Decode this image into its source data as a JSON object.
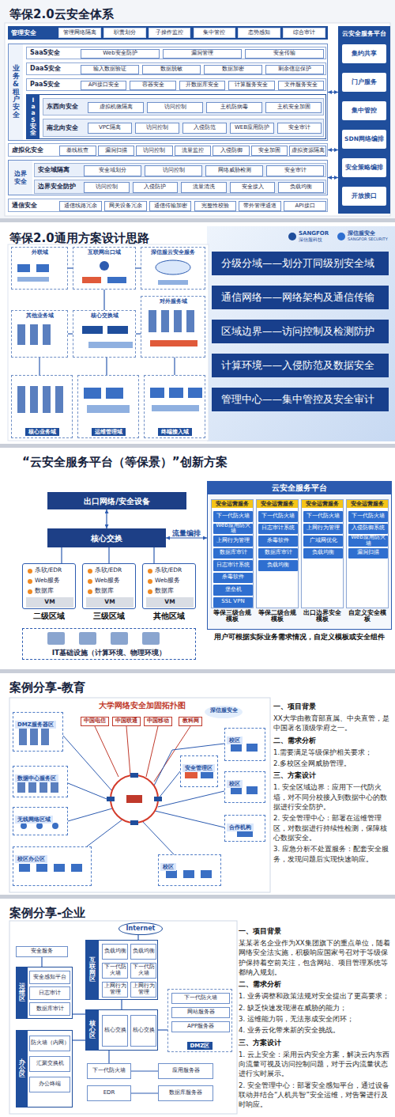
{
  "diagram": {
    "nodes": [
      {
        "text": [
          "等保2.0云安全体系"
        ]
      },
      {
        "text": [
          "管理安全"
        ],
        "in": 0
      },
      {
        "text": [
          "管理网络隔离"
        ],
        "in": 1
      },
      {
        "text": [
          "职责划分"
        ],
        "in": 1
      },
      {
        "text": [
          "子操作监控"
        ],
        "in": 1
      },
      {
        "text": [
          "集中管控"
        ],
        "in": 1
      },
      {
        "text": [
          "态势感知"
        ],
        "in": 1
      },
      {
        "text": [
          "综合审计"
        ],
        "in": 1
      },
      {
        "text": [
          "业务&租户安全"
        ],
        "in": 0
      },
      {
        "text": [
          "SaaS安全"
        ],
        "in": 8
      },
      {
        "text": [
          "Web安全防护"
        ],
        "in": 9
      },
      {
        "text": [
          "漏洞管理"
        ],
        "in": 9
      },
      {
        "text": [
          "安全传输"
        ],
        "in": 9
      },
      {
        "text": [
          "DaaS安全"
        ],
        "in": 8
      },
      {
        "text": [
          "输入数据验证"
        ],
        "in": 13
      },
      {
        "text": [
          "数据脱敏"
        ],
        "in": 13
      },
      {
        "text": [
          "数据加密"
        ],
        "in": 13
      },
      {
        "text": [
          "剩余信息保护"
        ],
        "in": 13
      },
      {
        "text": [
          "PaaS安全"
        ],
        "in": 8
      },
      {
        "text": [
          "API接口安全"
        ],
        "in": 18
      },
      {
        "text": [
          "容器安全"
        ],
        "in": 18
      },
      {
        "text": [
          "开数据库安全"
        ],
        "in": 18
      },
      {
        "text": [
          "计算服务安全"
        ],
        "in": 18
      },
      {
        "text": [
          "文件服务安全"
        ],
        "in": 18
      },
      {
        "text": [
          "IaaS安全"
        ],
        "in": 8
      },
      {
        "text": [
          "东西向安全"
        ],
        "in": 24
      },
      {
        "text": [
          "虚拟机微隔离"
        ],
        "in": 25
      },
      {
        "text": [
          "访问控制"
        ],
        "in": 25
      },
      {
        "text": [
          "主机防病毒"
        ],
        "in": 25
      },
      {
        "text": [
          "主机安全加固"
        ],
        "in": 25
      },
      {
        "text": [
          "南北向安全"
        ],
        "in": 24
      },
      {
        "text": [
          "VPC隔离"
        ],
        "in": 30
      },
      {
        "text": [
          "访问控制"
        ],
        "in": 30
      },
      {
        "text": [
          "入侵防范"
        ],
        "in": 30
      },
      {
        "text": [
          "WEB应用防护"
        ],
        "in": 30
      },
      {
        "text": [
          "安全审计"
        ],
        "in": 30
      },
      {
        "text": [
          "虚拟化安全"
        ],
        "in": 0
      },
      {
        "text": [
          "基线核查"
        ],
        "in": 36
      },
      {
        "text": [
          "漏洞扫描"
        ],
        "in": 36
      },
      {
        "text": [
          "访问控制"
        ],
        "in": 36
      },
      {
        "text": [
          "流量监控"
        ],
        "in": 36
      },
      {
        "text": [
          "入侵防御"
        ],
        "in": 36
      },
      {
        "text": [
          "安全加固"
        ],
        "in": 36
      },
      {
        "text": [
          "虚拟资源隔离"
        ],
        "in": 36
      },
      {
        "text": [
          "边界安全"
        ],
        "in": 0
      },
      {
        "text": [
          "安全域隔离"
        ],
        "in": 44
      },
      {
        "text": [
          "安全域划分"
        ],
        "in": 45
      },
      {
        "text": [
          "访问控制"
        ],
        "in": 45
      },
      {
        "text": [
          "网络威胁检测"
        ],
        "in": 45
      },
      {
        "text": [
          "安全审计"
        ],
        "in": 45
      },
      {
        "text": [
          "边界安全防护"
        ],
        "in": 44
      },
      {
        "text": [
          "访问控制"
        ],
        "in": 50
      },
      {
        "text": [
          "入侵防护"
        ],
        "in": 50
      },
      {
        "text": [
          "流量清洗"
        ],
        "in": 50
      },
      {
        "text": [
          "安全接入"
        ],
        "in": 50
      },
      {
        "text": [
          "负载均衡"
        ],
        "in": 50
      },
      {
        "text": [
          "通信安全"
        ],
        "in": 0
      },
      {
        "text": [
          "通信线路冗余"
        ],
        "in": 56
      },
      {
        "text": [
          "网关设备冗余"
        ],
        "in": 56
      },
      {
        "text": [
          "通信传输加密"
        ],
        "in": 56
      },
      {
        "text": [
          "完整性校验"
        ],
        "in": 56
      },
      {
        "text": [
          "带外管理通道"
        ],
        "in": 56
      },
      {
        "text": [
          "API接口"
        ],
        "in": 56
      },
      {
        "text": [
          "云安全服务平台"
        ],
        "in": 0
      },
      {
        "text": [
          "集约共享"
        ],
        "in": 63
      },
      {
        "text": [
          "门户服务"
        ],
        "in": 63
      },
      {
        "text": [
          "集中管控"
        ],
        "in": 63
      },
      {
        "text": [
          "SDN网络编排"
        ],
        "in": 63
      },
      {
        "text": [
          "安全策略编排"
        ],
        "in": 63
      },
      {
        "text": [
          "开放接口"
        ],
        "in": 63
      },
      {
        "text": [
          "等保2.0通用方案设计思路"
        ]
      },
      {
        "text": [
          "外联域"
        ],
        "in": 70
      },
      {
        "text": [
          "互联网出口域"
        ],
        "in": 70
      },
      {
        "text": [
          "深信服云安全服务"
        ],
        "in": 70
      },
      {
        "text": [
          "其他业务域"
        ],
        "in": 70
      },
      {
        "text": [
          "核心交换域"
        ],
        "in": 70
      },
      {
        "text": [
          "对外服务域"
        ],
        "in": 70
      },
      {
        "text": [
          "核心业务域"
        ],
        "in": 70
      },
      {
        "text": [
          "运维管理域"
        ],
        "in": 70
      },
      {
        "text": [
          "终端接入域"
        ],
        "in": 70
      },
      {
        "text": [
          "分级分域——划分丌同级别安全域"
        ],
        "in": 70
      },
      {
        "text": [
          "通信网络——网络架构及通信传输"
        ],
        "in": 70
      },
      {
        "text": [
          "区域边界——访问控制及检测防护"
        ],
        "in": 70
      },
      {
        "text": [
          "计算环境——入侵防范及数据安全"
        ],
        "in": 70
      },
      {
        "text": [
          "管理中心——集中管控及安全审计"
        ],
        "in": 70
      },
      {
        "text": [
          "“云安全服务平台（等保景）”创新方案"
        ]
      },
      {
        "text": [
          "出口网络/安全设备"
        ],
        "in": 85
      },
      {
        "text": [
          "核心交换"
        ],
        "in": 85
      },
      {
        "text": [
          "二级区域"
        ],
        "in": 85
      },
      {
        "text": [
          "杀软/EDR"
        ],
        "in": 88
      },
      {
        "text": [
          "Web服务"
        ],
        "in": 88
      },
      {
        "text": [
          "数据库"
        ],
        "in": 88
      },
      {
        "text": [
          "VM"
        ],
        "in": 88
      },
      {
        "text": [
          "三级区域"
        ],
        "in": 85
      },
      {
        "text": [
          "杀软/EDR"
        ],
        "in": 93
      },
      {
        "text": [
          "Web服务"
        ],
        "in": 93
      },
      {
        "text": [
          "数据库"
        ],
        "in": 93
      },
      {
        "text": [
          "VM"
        ],
        "in": 93
      },
      {
        "text": [
          "其他区域"
        ],
        "in": 85
      },
      {
        "text": [
          "杀软/EDR"
        ],
        "in": 98
      },
      {
        "text": [
          "Web服务"
        ],
        "in": 98
      },
      {
        "text": [
          "数据库"
        ],
        "in": 98
      },
      {
        "text": [
          "VM"
        ],
        "in": 98
      },
      {
        "text": [
          "IT基础设施（计算环境、物理环境）"
        ],
        "in": 85
      },
      {
        "text": [
          "云安全服务平台"
        ],
        "in": 85
      },
      {
        "text": [
          "安全运营服务",
          "等保三级合规模板"
        ],
        "in": 104
      },
      {
        "text": [
          "下一代防火墙"
        ],
        "in": 105
      },
      {
        "text": [
          "Web应用防火墙"
        ],
        "in": 105
      },
      {
        "text": [
          "上网行为管理"
        ],
        "in": 105
      },
      {
        "text": [
          "数据库审计"
        ],
        "in": 105
      },
      {
        "text": [
          "日志审计系统"
        ],
        "in": 105
      },
      {
        "text": [
          "杀毒软件"
        ],
        "in": 105
      },
      {
        "text": [
          "堡垒机"
        ],
        "in": 105
      },
      {
        "text": [
          "SSL VPN"
        ],
        "in": 105
      },
      {
        "text": [
          "安全运营服务",
          "等保二级合规模板"
        ],
        "in": 104
      },
      {
        "text": [
          "下一代防火墙"
        ],
        "in": 114
      },
      {
        "text": [
          "日志审计系统"
        ],
        "in": 114
      },
      {
        "text": [
          "杀毒软件"
        ],
        "in": 114
      },
      {
        "text": [
          "数据库审计"
        ],
        "in": 114
      },
      {
        "text": [
          "负载均衡"
        ],
        "in": 114
      },
      {
        "text": [
          "安全运营服务",
          "出口边界安全模板"
        ],
        "in": 104
      },
      {
        "text": [
          "下一代防火墙"
        ],
        "in": 120
      },
      {
        "text": [
          "上网行为管理"
        ],
        "in": 120
      },
      {
        "text": [
          "广域网优化"
        ],
        "in": 120
      },
      {
        "text": [
          "负载均衡"
        ],
        "in": 120
      },
      {
        "text": [
          "安全运营服务",
          "自定义安全模板"
        ],
        "in": 104
      },
      {
        "text": [
          "下一代防火墙"
        ],
        "in": 125
      },
      {
        "text": [
          "入侵防御系统"
        ],
        "in": 125
      },
      {
        "text": [
          "Web应用防火墙"
        ],
        "in": 125
      },
      {
        "text": [
          "漏洞扫描"
        ],
        "in": 125
      },
      {
        "text": [
          "案例分享-教育"
        ]
      },
      {
        "text": [
          "中国电信"
        ],
        "in": 130
      },
      {
        "text": [
          "中国联通"
        ],
        "in": 130
      },
      {
        "text": [
          "中国移动"
        ],
        "in": 130
      },
      {
        "text": [
          "教科网"
        ],
        "in": 130
      },
      {
        "text": [
          "DMZ服务器区"
        ],
        "in": 130
      },
      {
        "text": [
          "数据中心服务区"
        ],
        "in": 130
      },
      {
        "text": [
          "无线网络区域"
        ],
        "in": 130
      },
      {
        "text": [
          "校区办公区"
        ],
        "in": 130
      },
      {
        "text": [
          "安全管理区"
        ],
        "in": 130
      },
      {
        "text": [
          "校区"
        ],
        "in": 130
      },
      {
        "text": [
          "校区"
        ],
        "in": 130
      },
      {
        "text": [
          "合作机构"
        ],
        "in": 130
      },
      {
        "text": [
          "校区"
        ],
        "in": 130
      },
      {
        "text": [
          "案例分享-企业"
        ]
      },
      {
        "text": [
          "Internet"
        ],
        "in": 144
      },
      {
        "text": [
          "互联网区"
        ],
        "in": 144
      },
      {
        "text": [
          "负载均衡"
        ],
        "in": 146
      },
      {
        "text": [
          "负载均衡"
        ],
        "in": 146
      },
      {
        "text": [
          "下一代防火墙"
        ],
        "in": 146
      },
      {
        "text": [
          "下一代防火墙"
        ],
        "in": 146
      },
      {
        "text": [
          "上网行为管理"
        ],
        "in": 146
      },
      {
        "text": [
          "上网行为管理"
        ],
        "in": 146
      },
      {
        "text": [
          "安全服务"
        ],
        "in": 144
      },
      {
        "text": [
          "运维区"
        ],
        "in": 144
      },
      {
        "text": [
          "安全感知平台"
        ],
        "in": 154
      },
      {
        "text": [
          "日志审计"
        ],
        "in": 154
      },
      {
        "text": [
          "数据库审计"
        ],
        "in": 154
      },
      {
        "text": [
          "核心区"
        ],
        "in": 144
      },
      {
        "text": [
          "核心交换"
        ],
        "in": 158
      },
      {
        "text": [
          "核心交换"
        ],
        "in": 158
      },
      {
        "text": [
          "DMZ区"
        ],
        "in": 144
      },
      {
        "text": [
          "下一代防火墙"
        ],
        "in": 161
      },
      {
        "text": [
          "网站服务器"
        ],
        "in": 161
      },
      {
        "text": [
          "APP服务器"
        ],
        "in": 161
      },
      {
        "text": [
          "办公区"
        ],
        "in": 144
      },
      {
        "text": [
          "防火墙（内网）"
        ],
        "in": 165
      },
      {
        "text": [
          "汇聚交换机"
        ],
        "in": 165
      },
      {
        "text": [
          "办公终端"
        ],
        "in": 165
      },
      {
        "text": [
          "下一代防火墙"
        ],
        "in": 144
      },
      {
        "text": [
          "EDR"
        ],
        "in": 144
      },
      {
        "text": [
          "应用服务器"
        ],
        "in": 144
      },
      {
        "text": [
          "数据库服务器"
        ],
        "in": 144
      }
    ],
    "edges": [
      {
        "from": 8,
        "to": 63,
        "arrow": "both"
      },
      {
        "from": 36,
        "to": 63,
        "arrow": "both"
      },
      {
        "from": 44,
        "to": 63,
        "arrow": "both"
      },
      {
        "from": 71,
        "to": 72,
        "arrow": "none"
      },
      {
        "from": 72,
        "to": 73,
        "arrow": "none"
      },
      {
        "from": 72,
        "to": 75,
        "arrow": "none"
      },
      {
        "from": 75,
        "to": 74,
        "arrow": "none"
      },
      {
        "from": 75,
        "to": 76,
        "arrow": "none"
      },
      {
        "from": 75,
        "to": 78,
        "arrow": "none"
      },
      {
        "from": 74,
        "to": 77,
        "arrow": "none"
      },
      {
        "from": 76,
        "to": 79,
        "arrow": "none"
      },
      {
        "from": 86,
        "to": 87,
        "arrow": "both"
      },
      {
        "from": 87,
        "to": 104,
        "label": "流量编排",
        "arrow": "both"
      },
      {
        "from": 87,
        "to": 88,
        "arrow": "none"
      },
      {
        "from": 87,
        "to": 93,
        "arrow": "none"
      },
      {
        "from": 87,
        "to": 98,
        "arrow": "none"
      },
      {
        "from": 145,
        "to": 146,
        "arrow": "none"
      },
      {
        "from": 146,
        "to": 158,
        "arrow": "none"
      },
      {
        "from": 158,
        "to": 154,
        "arrow": "none"
      },
      {
        "from": 158,
        "to": 165,
        "arrow": "none"
      },
      {
        "from": 158,
        "to": 161,
        "arrow": "none"
      },
      {
        "from": 153,
        "to": 154,
        "arrow": "none"
      },
      {
        "from": 158,
        "to": 169,
        "arrow": "none"
      },
      {
        "from": 169,
        "to": 171,
        "arrow": "none"
      },
      {
        "from": 170,
        "to": 172,
        "arrow": "none"
      }
    ],
    "labels": [
      "SANGFOR",
      "深信服科技",
      "深信服安全",
      "SANGFOR SECURITY",
      "用户可根据实际业务需求情况，自定义模板或安全组件",
      "大学网络安全加固拓扑图",
      "深信服安全",
      "一、项目背景",
      "XX大学由教育部直属、中央直管，是中国著名顶级学府之一。",
      "二、需求分析",
      "1.需要满足等级保护相关要求；",
      "2.多校区全网威胁管理。",
      "三、方案设计",
      "1. 安全区域边界：应用下一代防火墙，对不同分校接入到数据中心的数据进行安全防护。",
      "2. 安全管理中心：部署在运维管理区，对数据进行持续性检测，保障核心数据安全。",
      "3. 应急分析不处置服务：配套安全服务，发现问题后实现快速响应。",
      "一、项目背景",
      "某某著名企业作为XX集团旗下的重点单位，随着网络安全法实施，积极响应国家号召对于等级保护保持着空前关注，包含网站、项目管理系统等都纳入规划。",
      "二、需求分析",
      "1. 业务调整和政策法规对安全提出了更高要求；",
      "2. 缺乏快速发现潜在威胁的能力；",
      "3. 运维能力弱，无法形成安全闭环；",
      "4. 业务云化带来新的安全挑战。",
      "三、方案设计",
      "1. 云上安全：采用云内安全方案，解决云内东西向流量可视及访问控制问题，对于云内流量状态进行实时展示。",
      "2. 安全管理中心：部署安全感知平台，通过设备联动并结合“人机共智”安全运维，对告警进行及时响应。"
    ]
  }
}
